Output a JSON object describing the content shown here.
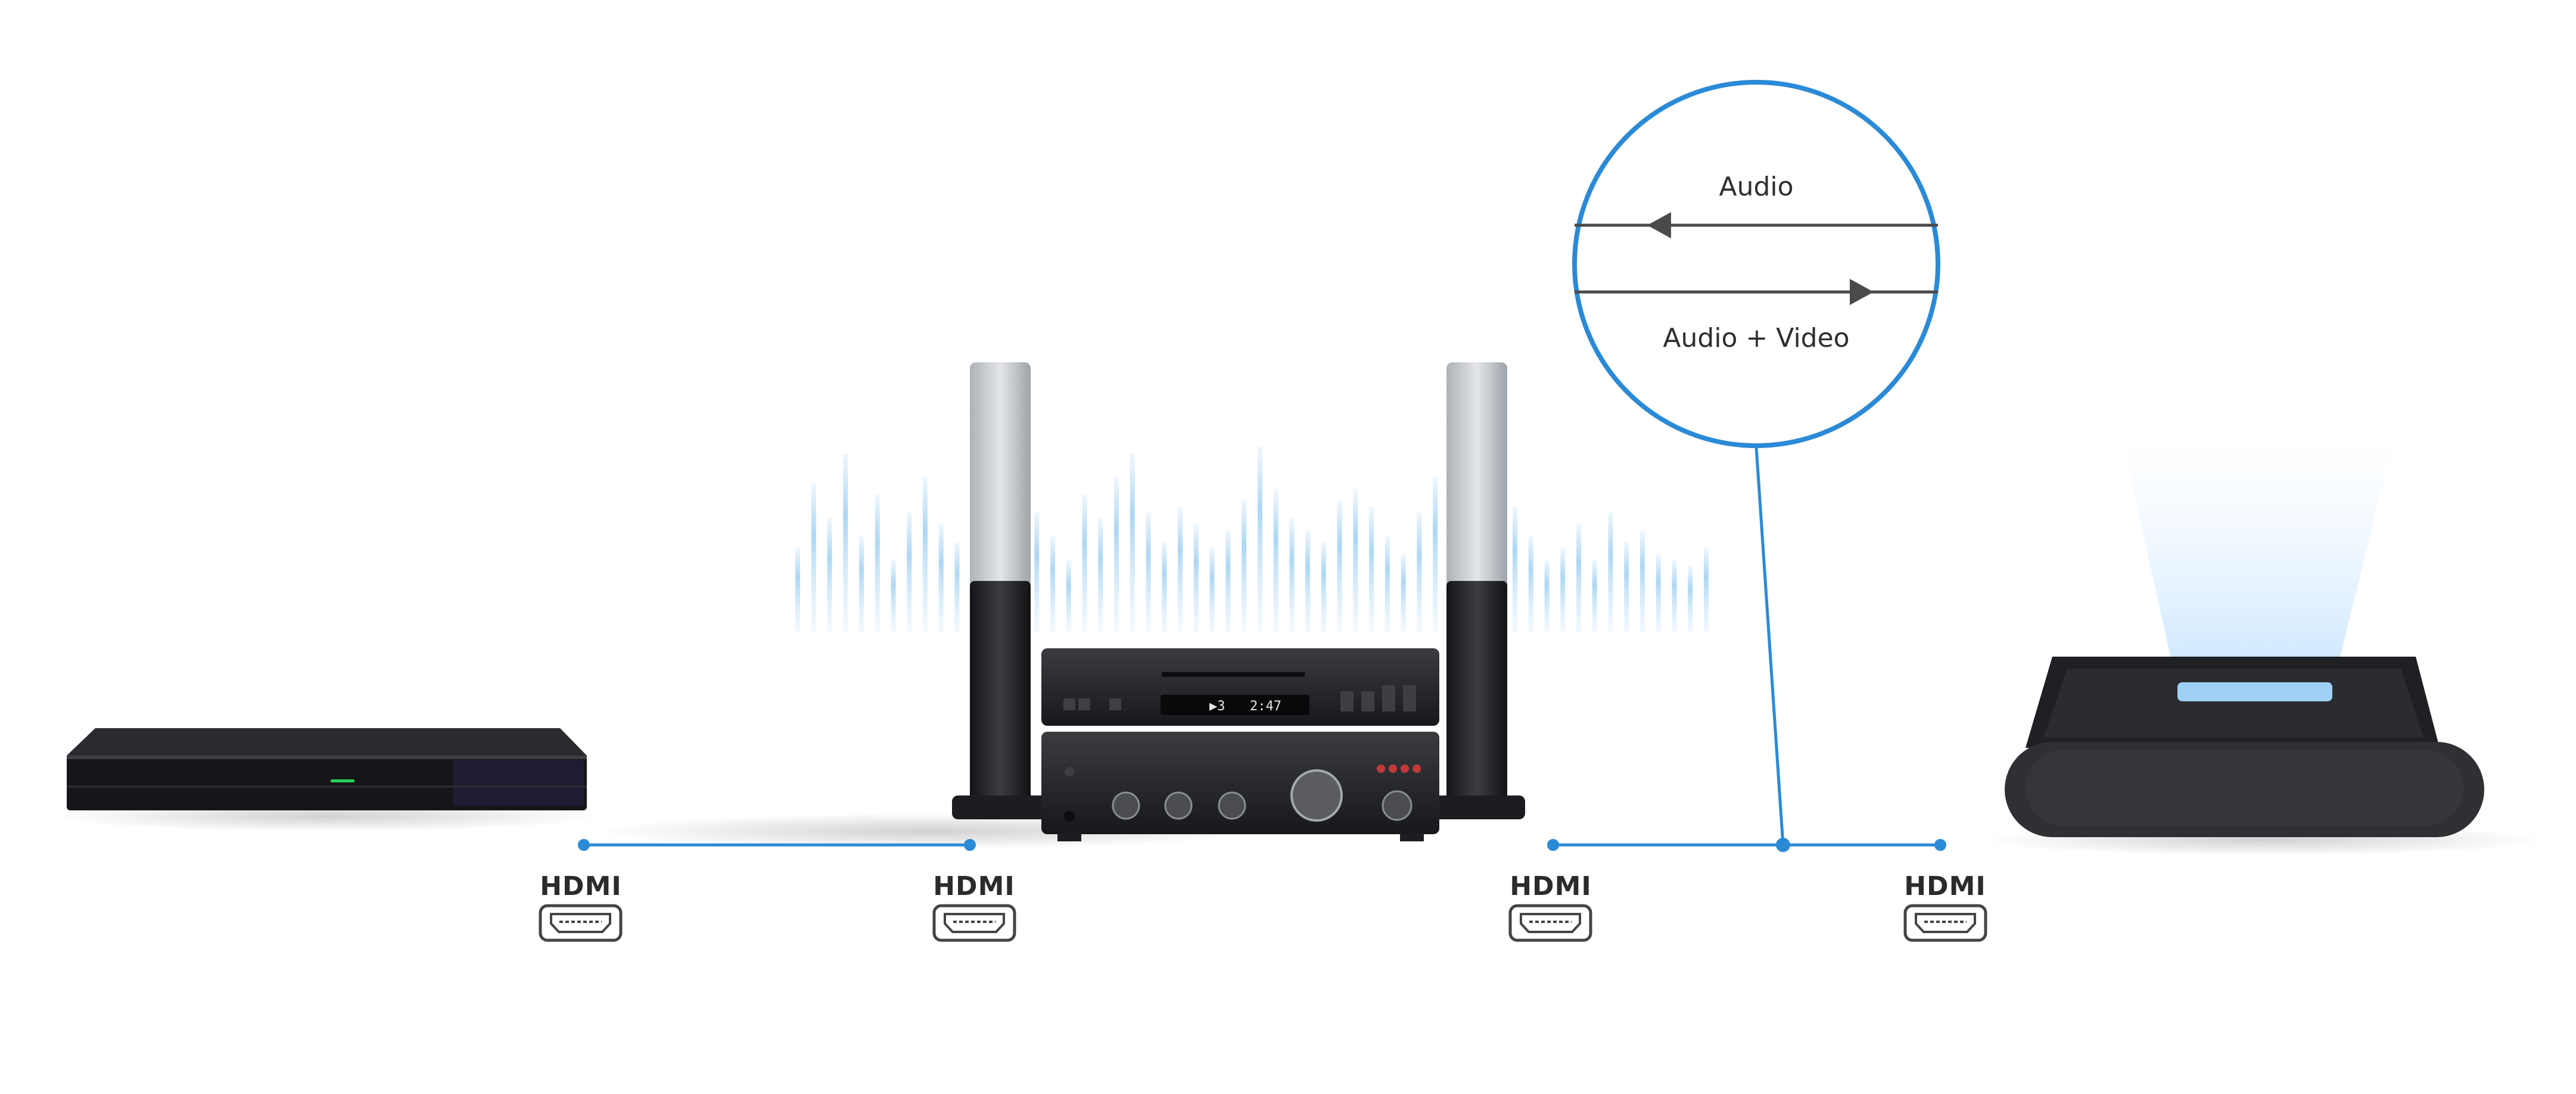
{
  "colors": {
    "connection_line": "#2b8ad6",
    "device_dark": "#1c1d20",
    "speaker_silver": "#c9ccd0",
    "soundwave": "#9fd0f2",
    "arrow": "#4a4a4a"
  },
  "connections": [
    {
      "label": "HDMI",
      "icon": "hdmi-port-icon"
    },
    {
      "label": "HDMI",
      "icon": "hdmi-port-icon"
    },
    {
      "label": "HDMI",
      "icon": "hdmi-port-icon"
    },
    {
      "label": "HDMI",
      "icon": "hdmi-port-icon"
    }
  ],
  "detail_circle": {
    "top_label": "Audio",
    "bottom_label": "Audio + Video",
    "top_arrow_direction": "left",
    "bottom_arrow_direction": "right"
  },
  "devices": [
    {
      "icon": "media-player-icon"
    },
    {
      "icon": "audio-receiver-system-icon"
    },
    {
      "icon": "laser-projector-icon"
    }
  ]
}
